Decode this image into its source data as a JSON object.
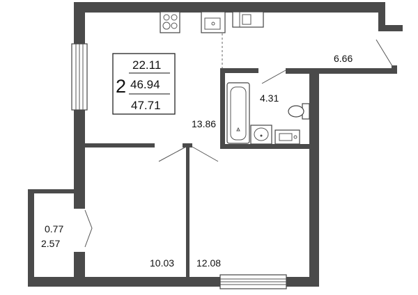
{
  "areas": {
    "living_area": "22.11",
    "total_area": "46.94",
    "total_with_balcony": "47.71",
    "rooms_count": "2"
  },
  "rooms": {
    "kitchen_living": "13.86",
    "hall": "6.66",
    "bathroom": "4.31",
    "bedroom_left": "10.03",
    "bedroom_right": "12.08",
    "balcony_reduced": "0.77",
    "balcony_full": "2.57"
  },
  "colors": {
    "wall": "#4a4a4a",
    "line": "#555555",
    "background": "#ffffff"
  }
}
